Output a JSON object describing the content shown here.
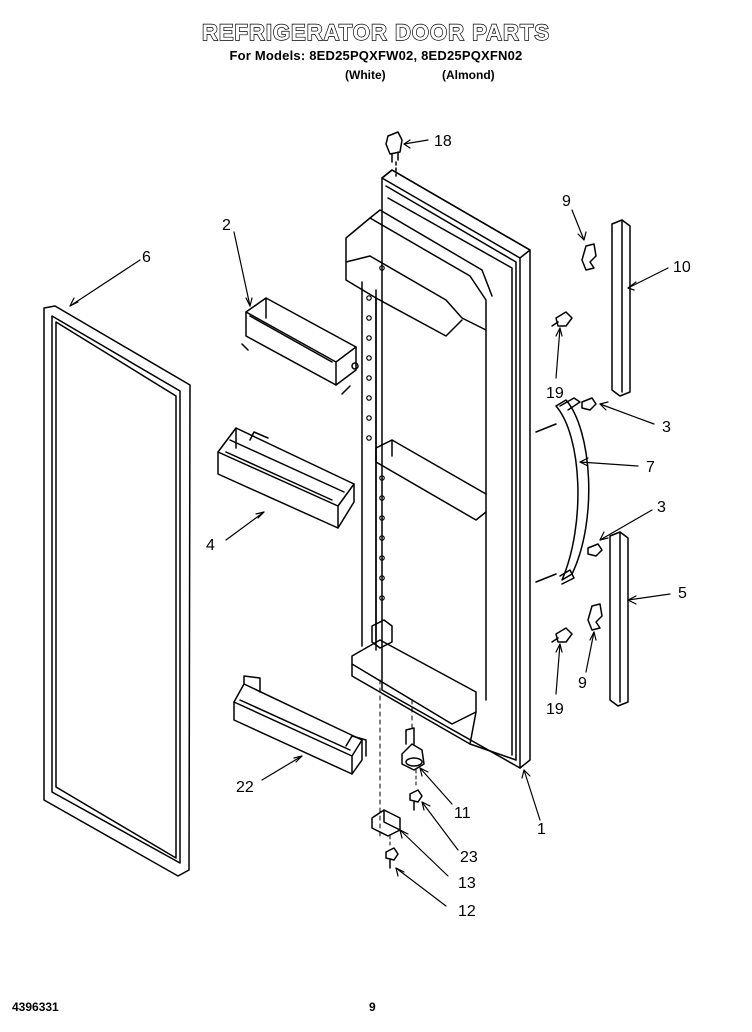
{
  "header": {
    "title": "REFRIGERATOR DOOR PARTS",
    "models": "For Models: 8ED25PQXFW02, 8ED25PQXFN02",
    "color_white": "(White)",
    "color_almond": "(Almond)"
  },
  "callouts": {
    "c18": "18",
    "c2": "2",
    "c6": "6",
    "c9a": "9",
    "c10": "10",
    "c19a": "19",
    "c3a": "3",
    "c7": "7",
    "c4": "4",
    "c3b": "3",
    "c5": "5",
    "c9b": "9",
    "c19b": "19",
    "c22": "22",
    "c11": "11",
    "c1": "1",
    "c23": "23",
    "c13": "13",
    "c12": "12"
  },
  "footer": {
    "doc_number": "4396331",
    "page_number": "9"
  }
}
